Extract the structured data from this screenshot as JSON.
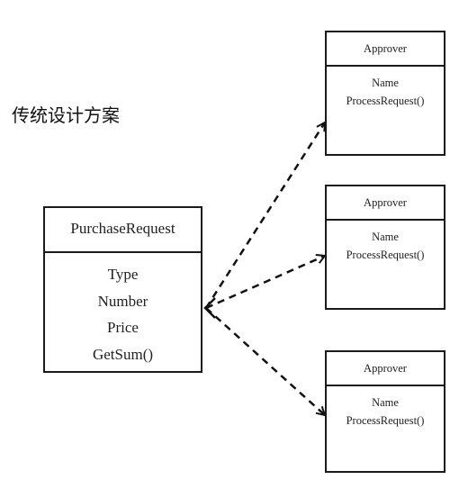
{
  "caption": "传统设计方案",
  "purchase_request": {
    "name": "PurchaseRequest",
    "members": [
      "Type",
      "Number",
      "Price",
      "GetSum()"
    ]
  },
  "approvers": [
    {
      "name": "Approver",
      "members": [
        "Name",
        "ProcessRequest()"
      ]
    },
    {
      "name": "Approver",
      "members": [
        "Name",
        "ProcessRequest()"
      ]
    },
    {
      "name": "Approver",
      "members": [
        "Name",
        "ProcessRequest()"
      ]
    }
  ]
}
